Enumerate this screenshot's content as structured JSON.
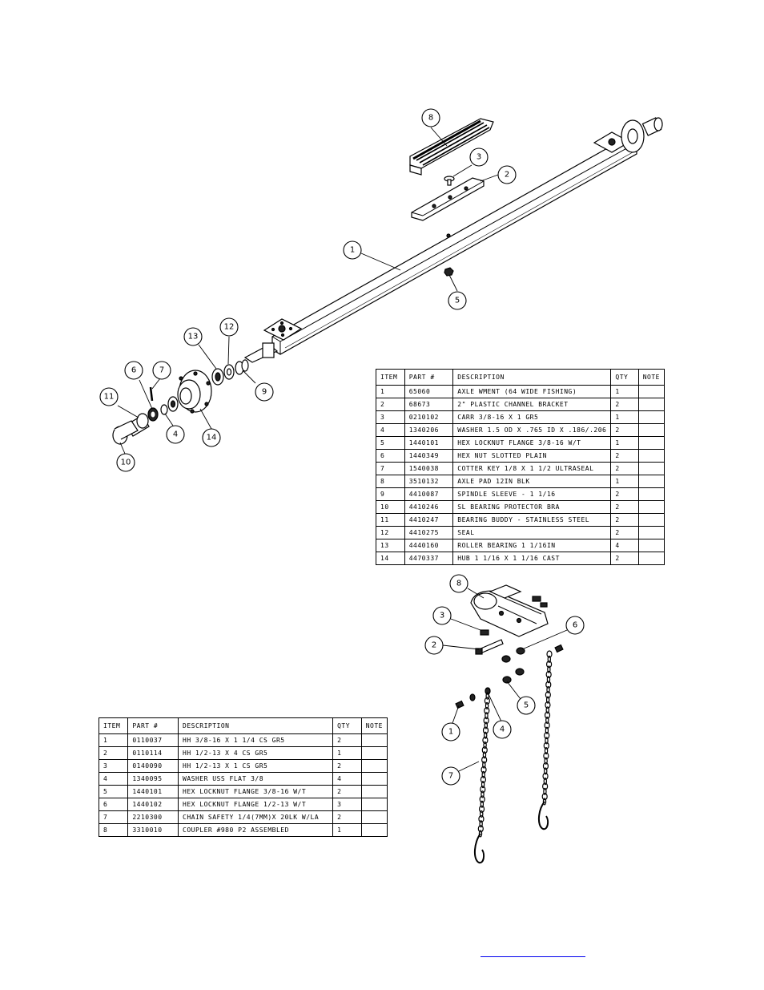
{
  "axle_bom": {
    "headers": [
      "ITEM",
      "PART #",
      "DESCRIPTION",
      "QTY",
      "NOTE"
    ],
    "rows": [
      [
        "1",
        "65060",
        "AXLE WMENT (64 WIDE FISHING)",
        "1",
        ""
      ],
      [
        "2",
        "68673",
        "2\" PLASTIC CHANNEL BRACKET",
        "2",
        ""
      ],
      [
        "3",
        "0210102",
        "CARR 3/8-16 X 1 GR5",
        "1",
        ""
      ],
      [
        "4",
        "1340206",
        "WASHER 1.5 OD X .765 ID X .186/.206",
        "2",
        ""
      ],
      [
        "5",
        "1440101",
        "HEX LOCKNUT FLANGE 3/8-16 W/T",
        "1",
        ""
      ],
      [
        "6",
        "1440349",
        "HEX NUT SLOTTED PLAIN",
        "2",
        ""
      ],
      [
        "7",
        "1540038",
        "COTTER KEY 1/8 X 1 1/2 ULTRASEAL",
        "2",
        ""
      ],
      [
        "8",
        "3510132",
        "AXLE PAD 12IN BLK",
        "1",
        ""
      ],
      [
        "9",
        "4410087",
        "SPINDLE SLEEVE - 1 1/16",
        "2",
        ""
      ],
      [
        "10",
        "4410246",
        "SL BEARING PROTECTOR BRA",
        "2",
        ""
      ],
      [
        "11",
        "4410247",
        "BEARING BUDDY - STAINLESS STEEL",
        "2",
        ""
      ],
      [
        "12",
        "4410275",
        "SEAL",
        "2",
        ""
      ],
      [
        "13",
        "4440160",
        "ROLLER BEARING 1 1/16IN",
        "4",
        ""
      ],
      [
        "14",
        "4470337",
        "HUB 1 1/16 X 1 1/16 CAST",
        "2",
        ""
      ]
    ]
  },
  "coupler_bom": {
    "headers": [
      "ITEM",
      "PART #",
      "DESCRIPTION",
      "QTY",
      "NOTE"
    ],
    "rows": [
      [
        "1",
        "0110037",
        "HH 3/8-16 X 1 1/4 CS GR5",
        "2",
        ""
      ],
      [
        "2",
        "0110114",
        "HH 1/2-13 X 4 CS GR5",
        "1",
        ""
      ],
      [
        "3",
        "0140090",
        "HH 1/2-13 X 1 CS GR5",
        "2",
        ""
      ],
      [
        "4",
        "1340095",
        "WASHER USS FLAT 3/8",
        "4",
        ""
      ],
      [
        "5",
        "1440101",
        "HEX LOCKNUT FLANGE 3/8-16 W/T",
        "2",
        ""
      ],
      [
        "6",
        "1440102",
        "HEX LOCKNUT FLANGE 1/2-13 W/T",
        "3",
        ""
      ],
      [
        "7",
        "2210300",
        "CHAIN SAFETY 1/4(7MM)X 20LK W/LA",
        "2",
        ""
      ],
      [
        "8",
        "3310010",
        "COUPLER #980 P2 ASSEMBLED",
        "1",
        ""
      ]
    ]
  },
  "axle_callouts": [
    "1",
    "2",
    "3",
    "4",
    "5",
    "6",
    "7",
    "8",
    "9",
    "10",
    "11",
    "12",
    "13",
    "14"
  ],
  "coupler_callouts": [
    "1",
    "2",
    "3",
    "4",
    "5",
    "6",
    "7",
    "8"
  ]
}
